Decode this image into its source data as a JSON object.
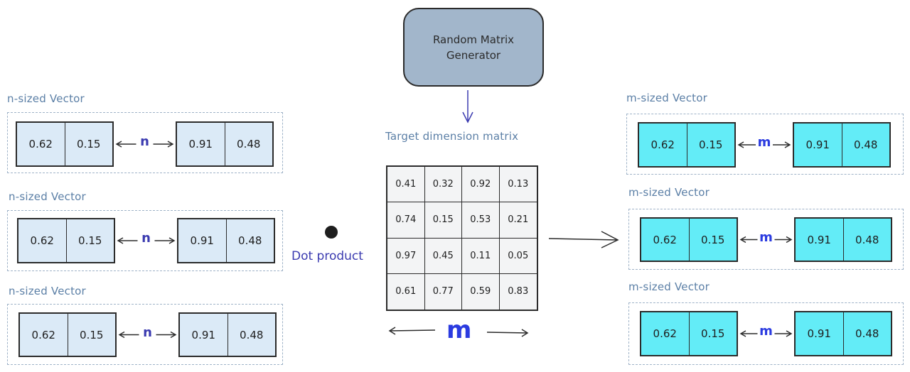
{
  "generator": {
    "label": "Random Matrix Generator"
  },
  "matrix": {
    "title": "Target dimension matrix",
    "rows": [
      [
        "0.41",
        "0.32",
        "0.92",
        "0.13"
      ],
      [
        "0.74",
        "0.15",
        "0.53",
        "0.21"
      ],
      [
        "0.97",
        "0.45",
        "0.11",
        "0.05"
      ],
      [
        "0.61",
        "0.77",
        "0.59",
        "0.83"
      ]
    ],
    "width_label": "m"
  },
  "dot_product": {
    "label": "Dot product"
  },
  "left_vectors": [
    {
      "label": "n-sized Vector",
      "dim": "n",
      "left": [
        "0.62",
        "0.15"
      ],
      "right": [
        "0.91",
        "0.48"
      ]
    },
    {
      "label": "n-sized Vector",
      "dim": "n",
      "left": [
        "0.62",
        "0.15"
      ],
      "right": [
        "0.91",
        "0.48"
      ]
    },
    {
      "label": "n-sized Vector",
      "dim": "n",
      "left": [
        "0.62",
        "0.15"
      ],
      "right": [
        "0.91",
        "0.48"
      ]
    }
  ],
  "right_vectors": [
    {
      "label": "m-sized Vector",
      "dim": "m",
      "left": [
        "0.62",
        "0.15"
      ],
      "right": [
        "0.91",
        "0.48"
      ]
    },
    {
      "label": "m-sized Vector",
      "dim": "m",
      "left": [
        "0.62",
        "0.15"
      ],
      "right": [
        "0.91",
        "0.48"
      ]
    },
    {
      "label": "m-sized Vector",
      "dim": "m",
      "left": [
        "0.62",
        "0.15"
      ],
      "right": [
        "0.91",
        "0.48"
      ]
    }
  ],
  "colors": {
    "input_fill": "#dbeaf7",
    "output_fill": "#63ecf7",
    "generator_fill": "#a2b6cb",
    "label_color": "#5b7fa6"
  }
}
